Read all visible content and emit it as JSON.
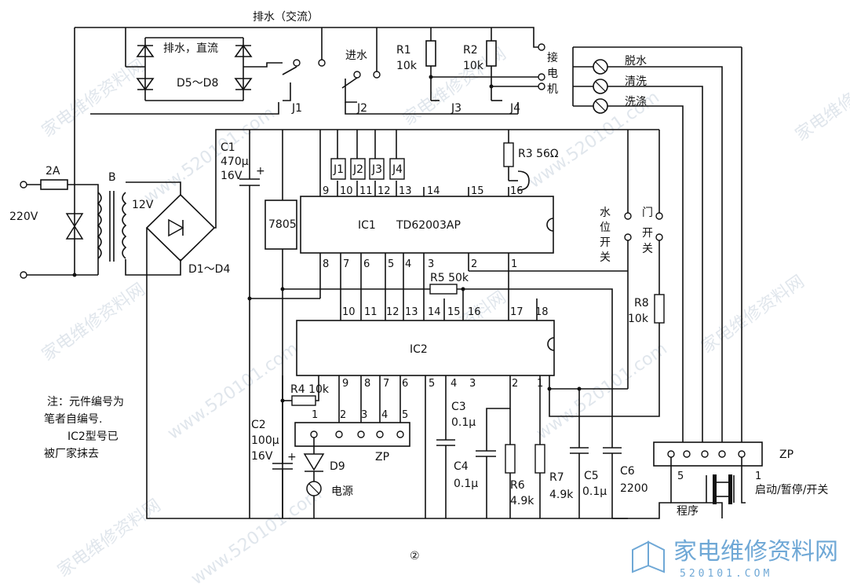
{
  "labels": {
    "drain_ac": "排水（交流）",
    "drain_dc": "排水，直流",
    "inlet": "进水",
    "d5d8": "D5～D8",
    "r1": "R1",
    "r1v": "10k",
    "r2": "R2",
    "r2v": "10k",
    "connect_motor": [
      "接",
      "电",
      "机"
    ],
    "j1": "J1",
    "j2": "J2",
    "j3": "J3",
    "j4": "J4",
    "spin": "脱水",
    "rinse": "清洗",
    "wash": "洗涤",
    "fuse": "2A",
    "mains": "220V",
    "b": "B",
    "v12": "12V",
    "d1d4": "D1～D4",
    "c1": "C1",
    "c1v": "470μ",
    "c1u": "16V",
    "reg": "7805",
    "ic1": "IC1",
    "ic1_part": "TD62003AP",
    "r3": "R3  56Ω",
    "water_switch": [
      "水",
      "位",
      "开",
      "关"
    ],
    "door_switch": [
      "门",
      "开",
      "关"
    ],
    "r5": "R5  50k",
    "r8": "R8",
    "r8v": "10k",
    "ic2": "IC2",
    "note": [
      "注：元件编号为",
      "笔者自编号.",
      "IC2型号已",
      "被厂家抹去"
    ],
    "r4": "R4  10k",
    "c2": "C2",
    "c2v": "100μ",
    "c2u": "16V",
    "zp": "ZP",
    "d9": "D9",
    "power": "电源",
    "c3": "C3",
    "c3v": "0.1μ",
    "c4": "C4",
    "c4v": "0.1μ",
    "r6": "R6",
    "r6v": "4.9k",
    "r7": "R7",
    "r7v": "4.9k",
    "c5": "C5",
    "c5v": "0.1μ",
    "c6": "C6",
    "c6v": "2200",
    "zp2": "ZP",
    "program": "程序",
    "start_pause": "启动/暂停/开关",
    "fig": "②"
  },
  "ic1_pins_top": [
    "9",
    "10",
    "11",
    "12",
    "13",
    "14",
    "15",
    "16"
  ],
  "ic1_pins_bottom": [
    "8",
    "7",
    "6",
    "5",
    "4",
    "3",
    "2",
    "1"
  ],
  "ic2_pins_top": [
    "10",
    "11",
    "12",
    "13",
    "14",
    "15",
    "16",
    "17",
    "18"
  ],
  "ic2_pins_bottom": [
    "9",
    "8",
    "7",
    "6",
    "5",
    "4",
    "3",
    "2",
    "1"
  ],
  "zp_pins": [
    "1",
    "2",
    "3",
    "4",
    "5"
  ],
  "zp2_pins": [
    "5",
    "1"
  ],
  "watermark": "家电维修资料网",
  "watermark_url": "www.520101.com",
  "brand": {
    "name": "家电维修资料网",
    "url": "520101.COM"
  }
}
